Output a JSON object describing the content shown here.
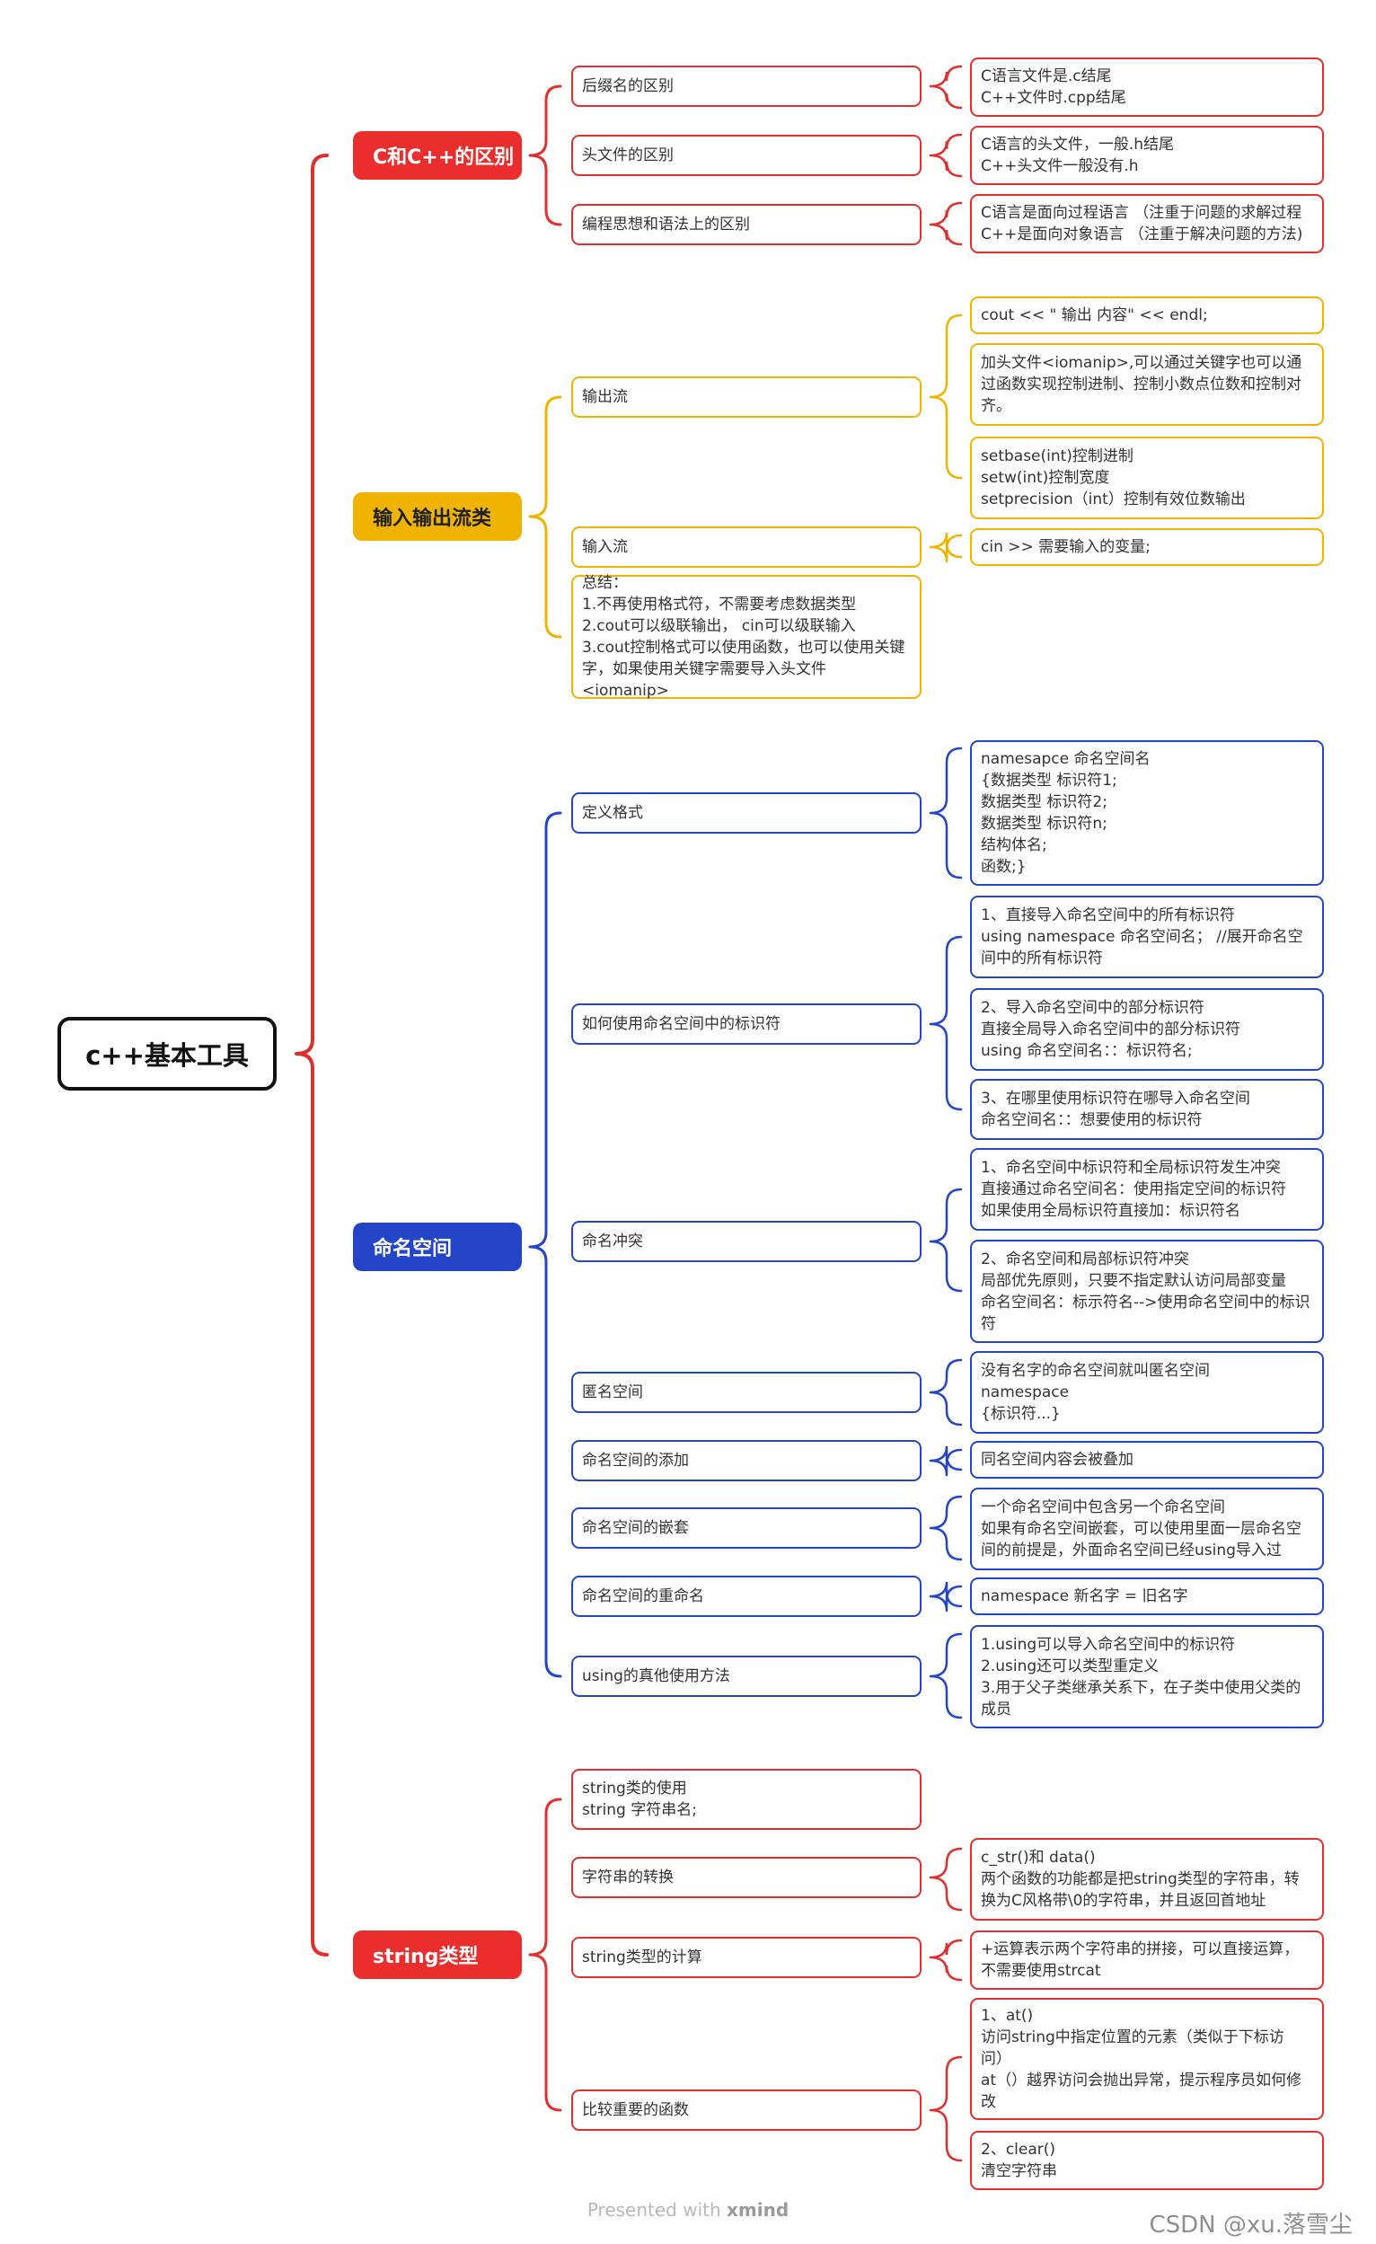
{
  "root": {
    "title": "c++基本工具"
  },
  "colors": {
    "red": "#e02f2f",
    "yellow": "#f0b400",
    "blue": "#2545c9",
    "black": "#111111"
  },
  "branches": [
    {
      "label": "C和C++的区别"
    },
    {
      "label": "输入输出流类"
    },
    {
      "label": "命名空间"
    },
    {
      "label": "string类型"
    }
  ],
  "subs": [
    "后缀名的区别",
    "头文件的区别",
    "编程思想和语法上的区别",
    "输出流",
    "输入流",
    "总结：\n1.不再使用格式符，不需要考虑数据类型\n2.cout可以级联输出， cin可以级联输入\n3.cout控制格式可以使用函数，也可以使用关键字，如果使用关键字需要导入头文件<iomanip>",
    "定义格式",
    "如何使用命名空间中的标识符",
    "命名冲突",
    "匿名空间",
    "命名空间的添加",
    "命名空间的嵌套",
    "命名空间的重命名",
    "using的真他使用方法",
    "string类的使用\nstring 字符串名;",
    "字符串的转换",
    "string类型的计算",
    "比较重要的函数"
  ],
  "leaves": [
    "C语言文件是.c结尾\nC++文件时.cpp结尾",
    "C语言的头文件，一般.h结尾\nC++头文件一般没有.h",
    "C语言是面向过程语言 （注重于问题的求解过程\nC++是面向对象语言 （注重于解决问题的方法)",
    "cout << \" 输出 内容\" << endl;",
    "加头文件<iomanip>,可以通过关键字也可以通过函数实现控制进制、控制小数点位数和控制对齐。",
    "setbase(int)控制进制\nsetw(int)控制宽度\nsetprecision（int）控制有效位数输出",
    "cin >> 需要输入的变量;",
    "namesapce 命名空间名\n{数据类型 标识符1;\n数据类型 标识符2;\n数据类型 标识符n;\n结构体名;\n函数;}",
    "1、直接导入命名空间中的所有标识符\nusing namespace 命名空间名； //展开命名空间中的所有标识符",
    "2、导入命名空间中的部分标识符\n直接全局导入命名空间中的部分标识符\nusing 命名空间名：：标识符名;",
    "3、在哪里使用标识符在哪导入命名空间\n命名空间名：：想要使用的标识符",
    "1、命名空间中标识符和全局标识符发生冲突\n直接通过命名空间名：使用指定空间的标识符\n如果使用全局标识符直接加：标识符名",
    "2、命名空间和局部标识符冲突\n局部优先原则，只要不指定默认访问局部变量\n命名空间名：标示符名-->使用命名空间中的标识符",
    "没有名字的命名空间就叫匿名空间\nnamespace\n{标识符...}",
    "同名空间内容会被叠加",
    "一个命名空间中包含另一个命名空间\n如果有命名空间嵌套，可以使用里面一层命名空间的前提是，外面命名空间已经using导入过",
    "namespace 新名字 = 旧名字",
    "1.using可以导入命名空间中的标识符\n2.using还可以类型重定义\n3.用于父子类继承关系下，在子类中使用父类的成员",
    "c_str()和 data()\n两个函数的功能都是把string类型的字符串，转换为C风格带\\0的字符串，并且返回首地址",
    "+运算表示两个字符串的拼接，可以直接运算，不需要使用strcat",
    "1、at()\n访问string中指定位置的元素（类似于下标访问）\nat（）越界访问会抛出异常，提示程序员如何修改",
    "2、clear()\n清空字符串"
  ],
  "footer": {
    "presented": "Presented with",
    "brand": "xmind"
  },
  "watermark": "CSDN @xu.落雪尘"
}
